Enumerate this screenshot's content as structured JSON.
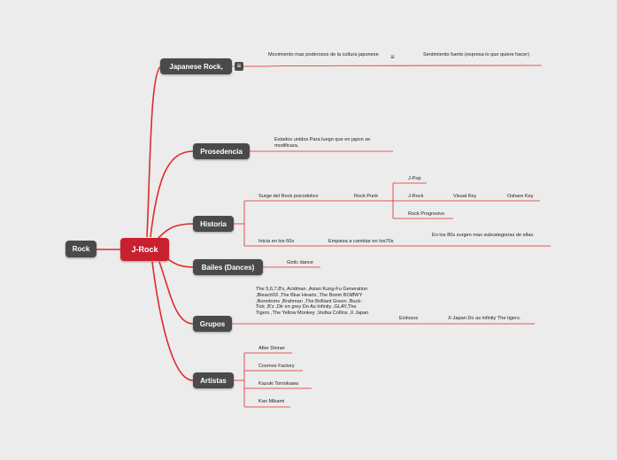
{
  "root": "Rock",
  "central": "J-Rock",
  "branches": {
    "japanese_rock": "Japanese Rock,",
    "prosedencia": "Prosedencia",
    "historia": "Historia",
    "bailes": "Bailes (Dances)",
    "grupos": "Grupos",
    "artistas": "Artistas"
  },
  "japanese_rock": {
    "topic1": "Movimiento mas poderosos de la cultura japonese",
    "topic2": "Sentimiento fuerte.(expresa lo que quiere hacer)"
  },
  "prosedencia": {
    "topic1": "Estados unidos Para luego que en japon se modificara."
  },
  "historia": {
    "rock_psicodelico": "Surge del Rock psicodelico",
    "rock_punk": "Rock Punk",
    "jpop": "J-Pop",
    "jrock": "J-Rock",
    "visual_key": "Visual Key",
    "oshare_key": "Oshare Key",
    "rock_progresivo": "Rock Progresivo",
    "inicia": "Inicia en los 60s",
    "empieza": "Empieza a cambiar en los70s",
    "subcategorias": "En los 80s surgen mas subcategorias de ellas."
  },
  "bailes": {
    "gotic": "Gotic dance"
  },
  "grupos": {
    "bands": "The 5,6,7,8's, Acidman ,Asian Kung-Fu Generation ,Bleach03 ,The Blue Hearts ,The Boom BOØWY ,Boredoms ,Brahman ,The Brilliant Green ,Buck-Tick ,B'z ,Dir en grey Do As Infinity ,GLAY,The Tigers ,The Yellow Monkey ,Vodka Collins ,X Japan",
    "exitosos": "Exitosos",
    "xjapan": "X-Japan Do as infinity The tigers."
  },
  "artistas": {
    "a1": "After Dinner",
    "a2": "Cosmos Factory",
    "a3": "Kazuki Tomokawa",
    "a4": "Kan Mikami"
  },
  "icons": {
    "note": "notes-icon"
  },
  "colors": {
    "accent": "#c8202f",
    "node": "#4a4a4a",
    "background": "#ececec"
  }
}
